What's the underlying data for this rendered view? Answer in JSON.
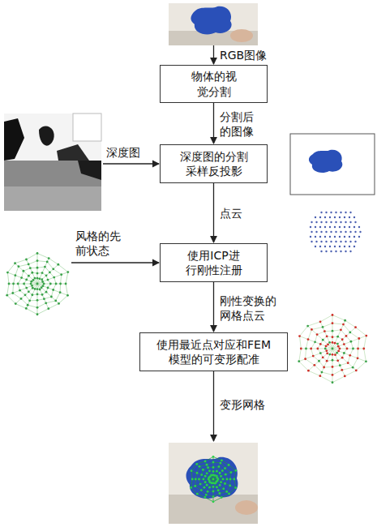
{
  "diagram": {
    "nodes": [
      {
        "text": [
          "物体的视 觉分割"
        ]
      },
      {
        "text": [
          "深度图的分割 采样反投影"
        ]
      },
      {
        "text": [
          "使用ICP进 行刚性注册"
        ]
      },
      {
        "text": [
          "使用最近点对应和FEM 模型的可变形配准"
        ]
      }
    ],
    "edges": [
      {
        "from": 0,
        "to": 1,
        "arrow": "to",
        "label": "分割后 的图像"
      },
      {
        "from": 1,
        "to": 2,
        "arrow": "to",
        "label": "点云"
      },
      {
        "from": 2,
        "to": 3,
        "arrow": "to",
        "label": "刚性变换的 网格点云"
      }
    ],
    "labels": [
      "RGB图像",
      "深度图",
      "风格的先 前状态",
      "变形网格"
    ]
  }
}
